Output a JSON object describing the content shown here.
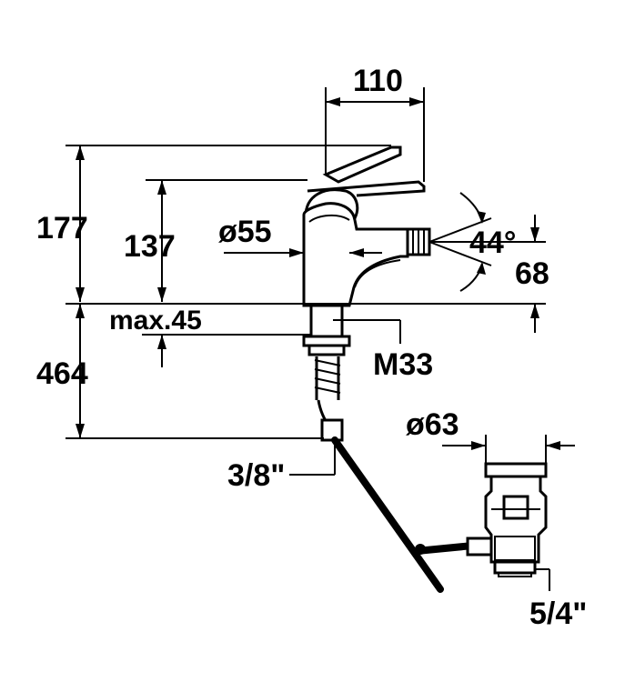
{
  "dimensions": {
    "width_top": "110",
    "height_total": "177",
    "height_spout": "137",
    "body_diameter": "ø55",
    "spray_angle": "44°",
    "outlet_height": "68",
    "deck_thickness": "max.45",
    "thread_size": "M33",
    "hose_length": "464",
    "supply_connection": "3/8\"",
    "waste_diameter": "ø63",
    "waste_outlet": "5/4\""
  }
}
